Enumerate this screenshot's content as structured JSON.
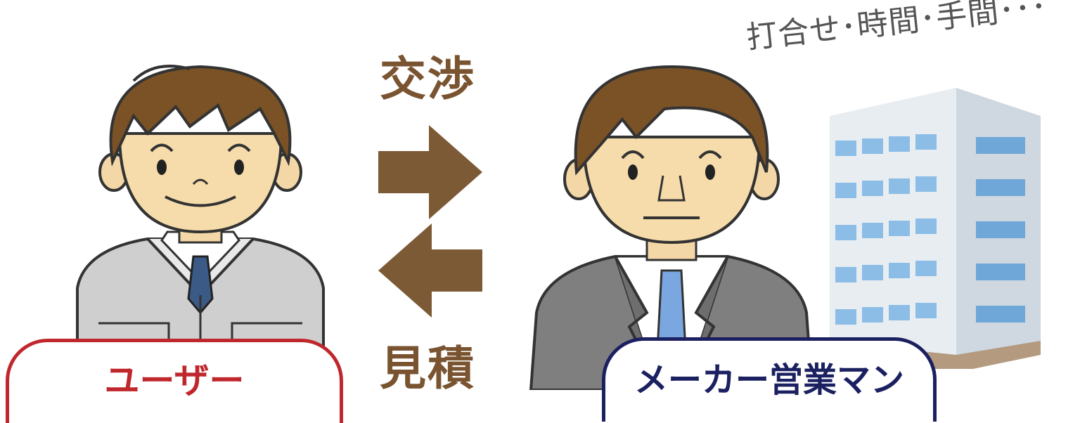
{
  "labels": {
    "negotiation": "交渉",
    "estimate": "見積"
  },
  "tags": {
    "user": "ユーザー",
    "maker": "メーカー営業マン"
  },
  "memo": "打合せ･時間･手間･･･",
  "icons": {
    "user": "user-person-icon",
    "maker": "salesman-person-icon",
    "building": "office-building-icon",
    "arrow_right": "arrow-right-icon",
    "arrow_left": "arrow-left-icon"
  },
  "colors": {
    "arrow": "#7d5a36",
    "user_tag": "#c0272d",
    "maker_tag": "#1b2060"
  }
}
